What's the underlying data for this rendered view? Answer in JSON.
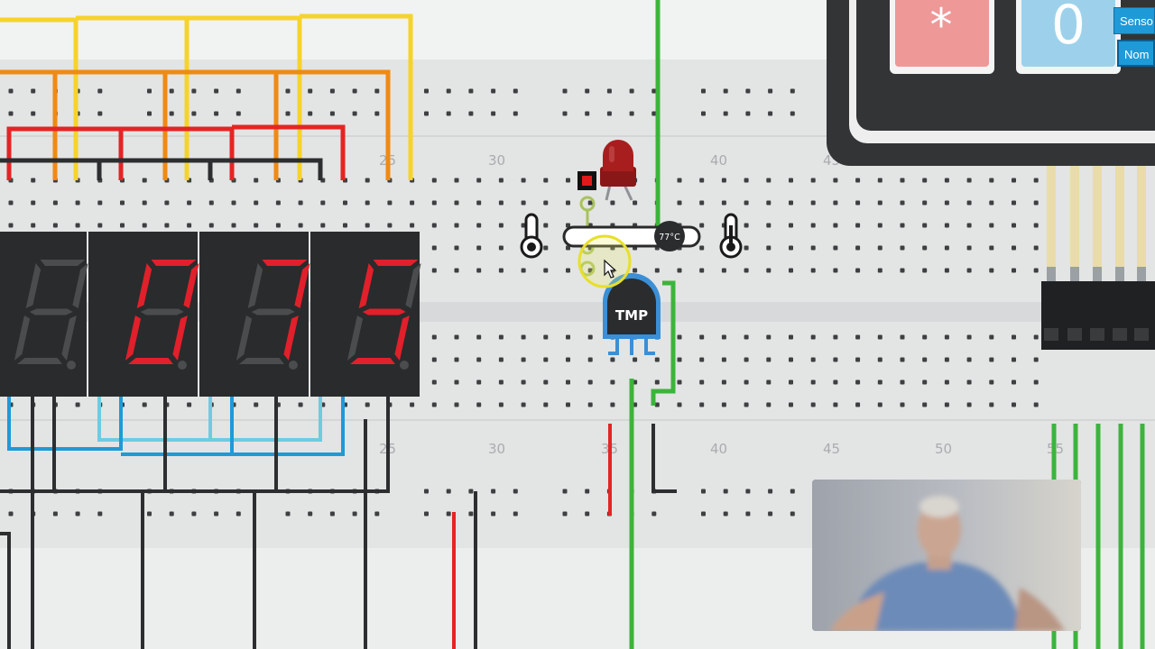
{
  "breadboard": {
    "column_labels_top": [
      "25",
      "30",
      "40",
      "45"
    ],
    "column_labels_bottom": [
      "25",
      "30",
      "35",
      "40",
      "45",
      "50",
      "55"
    ]
  },
  "display": {
    "digits": [
      "8",
      "0",
      "7",
      "5"
    ],
    "lit_digits": [
      "",
      "0",
      "7",
      "5"
    ]
  },
  "sensor": {
    "label": "TMP",
    "temperature_reading": "77°C",
    "slider_level_fraction": 0.85
  },
  "keypad": {
    "keys": [
      "*",
      "0"
    ]
  },
  "side_panel": {
    "sensor_button": "Senso",
    "name_button": "Nom"
  },
  "colors": {
    "segment_on": "#e0202a",
    "segment_off": "#4a4c4e",
    "wire_yellow": "#f6d32a",
    "wire_orange": "#ef8a14",
    "wire_red": "#e52424",
    "wire_green": "#3cb43c",
    "wire_blue": "#1e9ad8",
    "wire_cyan": "#6fcbe0",
    "led": "#a81e1e",
    "sensor_outline": "#3a8fd6"
  }
}
